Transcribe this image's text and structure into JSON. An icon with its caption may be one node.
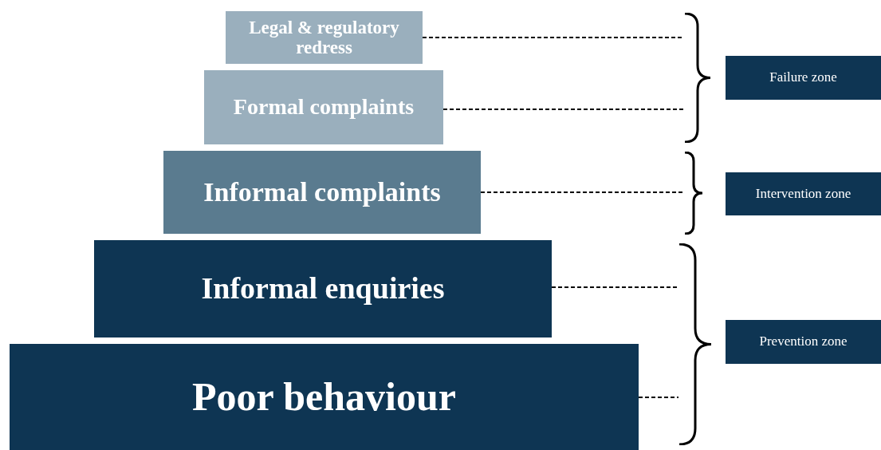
{
  "diagram": {
    "nodes": [
      {
        "text": [
          "Legal & regulatory redress"
        ]
      },
      {
        "text": [
          "Formal complaints"
        ]
      },
      {
        "text": [
          "Informal complaints"
        ]
      },
      {
        "text": [
          "Informal enquiries"
        ]
      },
      {
        "text": [
          "Poor behaviour"
        ]
      },
      {
        "text": [
          "Failure zone"
        ]
      },
      {
        "text": [
          "Intervention zone"
        ]
      },
      {
        "text": [
          "Prevention zone"
        ]
      },
      {
        "text": [],
        "shape": "brace"
      },
      {
        "text": [],
        "shape": "brace"
      },
      {
        "text": [],
        "shape": "brace"
      }
    ],
    "edges": [
      {
        "from": 0,
        "to": 8,
        "arrow": "none",
        "style": "dashed"
      },
      {
        "from": 1,
        "to": 8,
        "arrow": "none",
        "style": "dashed"
      },
      {
        "from": 2,
        "to": 9,
        "arrow": "none",
        "style": "dashed"
      },
      {
        "from": 3,
        "to": 10,
        "arrow": "none",
        "style": "dashed"
      },
      {
        "from": 4,
        "to": 10,
        "arrow": "none",
        "style": "dashed"
      }
    ]
  }
}
